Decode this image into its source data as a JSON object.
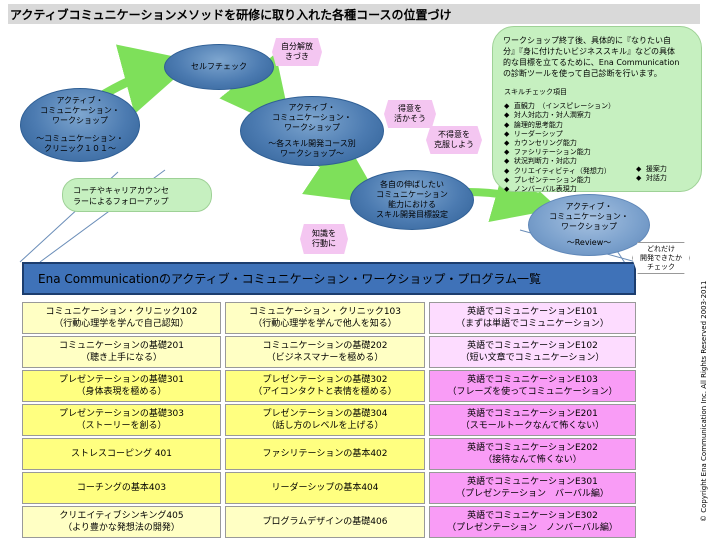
{
  "header": {
    "title": "アクティブコミュニケーションメソッドを研修に取り入れた各種コースの位置づけ"
  },
  "diagram": {
    "workshop_left": [
      "アクティブ・",
      "コミュニケーション・",
      "ワークショップ",
      "",
      "〜コミュニケーション・",
      "クリニック１０１〜"
    ],
    "self_check": "セルフチェック",
    "workshop_center": [
      "アクティブ・",
      "コミュニケーション・",
      "ワークショップ",
      "",
      "〜各スキル開発コース別",
      "ワークショップ〜"
    ],
    "skill_goal": [
      "各自の伸ばしたい",
      "コミュニケーション",
      "能力における",
      "スキル開発目標設定"
    ],
    "workshop_review": [
      "アクティブ・",
      "コミュニケーション・",
      "ワークショップ",
      "",
      "〜Review〜"
    ],
    "coach_follow": [
      "コーチやキャリアカウンセ",
      "ラーによるフォローアップ"
    ],
    "info_text": [
      "ワークショップ終了後、具体的に『なりたい自",
      "分』『身に付けたいビジネススキル』などの具体",
      "的な目標を立てるために、Ena Communication",
      "の診断ツールを使って自己診断を行います。"
    ],
    "skill_check_title": "スキルチェック項目",
    "skill_items": [
      "直観力　（インスピレーション）",
      "対人対応力・対人潤察力",
      "論理的思考能力",
      "リーダーシップ",
      "カウンセリング能力",
      "ファシリテーション能力",
      "状況判断力・対応力",
      "クリエイティビティ（発想力）",
      "プレゼンテーション能力",
      "ノンバーバル表現力"
    ],
    "skill_items_extra": [
      "援案力",
      "対話力"
    ],
    "badges": {
      "release": [
        "自分解放",
        "きづき"
      ],
      "strength": [
        "得意を",
        "活かそう"
      ],
      "weakness": [
        "不得意を",
        "克服しよう"
      ],
      "knowledge": [
        "知識を",
        "行動に"
      ],
      "check": [
        "どれだけ",
        "開発できたか",
        "チェック"
      ]
    }
  },
  "program": {
    "title": "Ena Communicationのアクティブ・コミュニケーション・ワークショップ・プログラム一覧",
    "rows": [
      [
        {
          "lines": [
            "コミュニケーション・クリニック102",
            "（行動心理学を学んで自己認知）"
          ],
          "tone": "light"
        },
        {
          "lines": [
            "コミュニケーション・クリニック103",
            "（行動心理学を学んで他人を知る）"
          ],
          "tone": "light"
        },
        {
          "lines": [
            "英語でコミュニケーションE101",
            "（まずは単語でコミュニケーション）"
          ],
          "tone": "pink-light"
        }
      ],
      [
        {
          "lines": [
            "コミュニケーションの基礎201",
            "（聴き上手になる）"
          ],
          "tone": "light"
        },
        {
          "lines": [
            "コミュニケーションの基礎202",
            "（ビジネスマナーを極める）"
          ],
          "tone": "light"
        },
        {
          "lines": [
            "英語でコミュニケーションE102",
            "（短い文章でコミュニケーション）"
          ],
          "tone": "pink-light"
        }
      ],
      [
        {
          "lines": [
            "プレゼンテーションの基礎301",
            "（身体表現を極める）"
          ],
          "tone": "yellow"
        },
        {
          "lines": [
            "プレゼンテーションの基礎302",
            "（アイコンタクトと表情を極める）"
          ],
          "tone": "yellow"
        },
        {
          "lines": [
            "英語でコミュニケーションE103",
            "（フレーズを使ってコミュニケーション）"
          ],
          "tone": "pink"
        }
      ],
      [
        {
          "lines": [
            "プレゼンテーションの基礎303",
            "（ストーリーを創る）"
          ],
          "tone": "yellow"
        },
        {
          "lines": [
            "プレゼンテーションの基礎304",
            "（話し方のレベルを上げる）"
          ],
          "tone": "yellow"
        },
        {
          "lines": [
            "英語でコミュニケーションE201",
            "（スモールトークなんて怖くない）"
          ],
          "tone": "pink"
        }
      ],
      [
        {
          "lines": [
            "ストレスコーピング 401"
          ],
          "tone": "yellow"
        },
        {
          "lines": [
            "ファシリテーションの基本402"
          ],
          "tone": "yellow"
        },
        {
          "lines": [
            "英語でコミュニケーションE202",
            "（接待なんて怖くない）"
          ],
          "tone": "pink"
        }
      ],
      [
        {
          "lines": [
            "コーチングの基本403"
          ],
          "tone": "yellow"
        },
        {
          "lines": [
            "リーダーシップの基本404"
          ],
          "tone": "yellow"
        },
        {
          "lines": [
            "英語でコミュニケーションE301",
            "（プレゼンテーション　バーバル編）"
          ],
          "tone": "pink"
        }
      ],
      [
        {
          "lines": [
            "クリエイティブシンキング405",
            "（より豊かな発想法の開発）"
          ],
          "tone": "light"
        },
        {
          "lines": [
            "プログラムデザインの基礎406"
          ],
          "tone": "light"
        },
        {
          "lines": [
            "英語でコミュニケーションE302",
            "（プレゼンテーション　ノンバーバル編）"
          ],
          "tone": "pink"
        }
      ]
    ]
  },
  "copyright": "© Copyright Ena Communication Inc. All Rights Reserved 2003-2011",
  "colors": {
    "ellipse_dark": "#4c7bb1",
    "ellipse_light": "#7aa0cc",
    "cloud_green": "#c6f0c0",
    "badge_pink": "#f4c6f1",
    "arrow_green": "#7ee05a",
    "title_blue": "#3f72b8",
    "cell_light_yellow": "#ffffc4",
    "cell_yellow": "#ffff80",
    "cell_light_pink": "#fddcff",
    "cell_pink": "#f99cf6"
  }
}
